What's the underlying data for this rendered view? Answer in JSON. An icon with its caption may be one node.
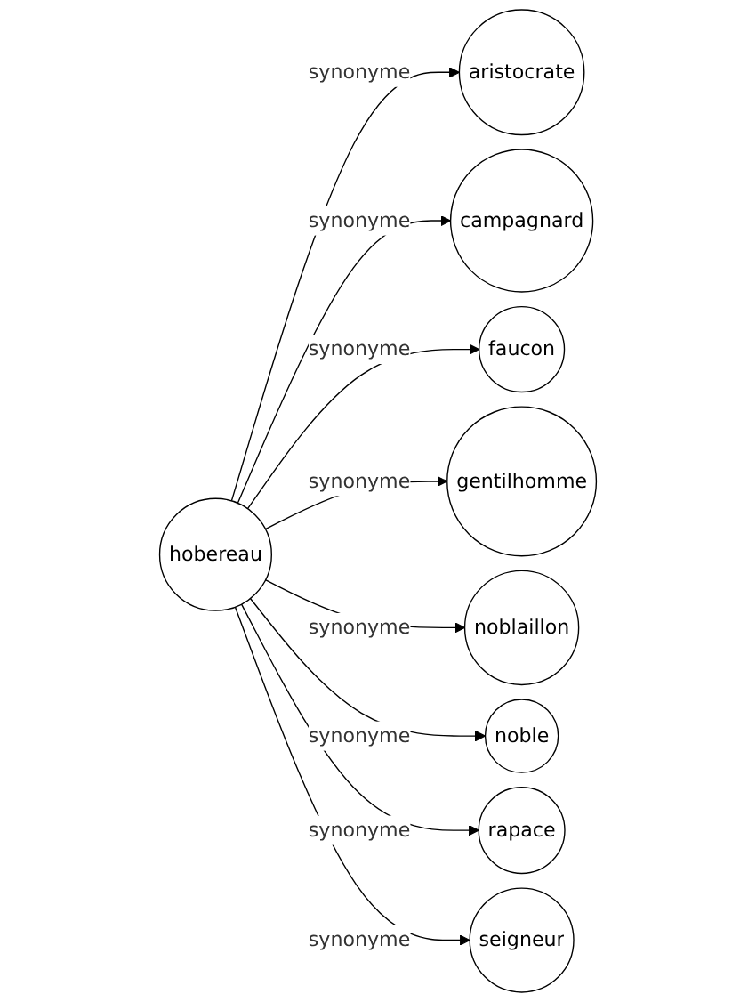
{
  "diagram": {
    "nodes": [
      {
        "text": [
          "hobereau"
        ]
      },
      {
        "text": [
          "aristocrate"
        ]
      },
      {
        "text": [
          "campagnard"
        ]
      },
      {
        "text": [
          "faucon"
        ]
      },
      {
        "text": [
          "gentilhomme"
        ]
      },
      {
        "text": [
          "noblaillon"
        ]
      },
      {
        "text": [
          "noble"
        ]
      },
      {
        "text": [
          "rapace"
        ]
      },
      {
        "text": [
          "seigneur"
        ]
      }
    ],
    "edges": [
      {
        "from": 0,
        "to": 1,
        "arrow": "to",
        "label": "synonyme"
      },
      {
        "from": 0,
        "to": 2,
        "arrow": "to",
        "label": "synonyme"
      },
      {
        "from": 0,
        "to": 3,
        "arrow": "to",
        "label": "synonyme"
      },
      {
        "from": 0,
        "to": 4,
        "arrow": "to",
        "label": "synonyme"
      },
      {
        "from": 0,
        "to": 5,
        "arrow": "to",
        "label": "synonyme"
      },
      {
        "from": 0,
        "to": 6,
        "arrow": "to",
        "label": "synonyme"
      },
      {
        "from": 0,
        "to": 7,
        "arrow": "to",
        "label": "synonyme"
      },
      {
        "from": 0,
        "to": 8,
        "arrow": "to",
        "label": "synonyme"
      }
    ]
  }
}
